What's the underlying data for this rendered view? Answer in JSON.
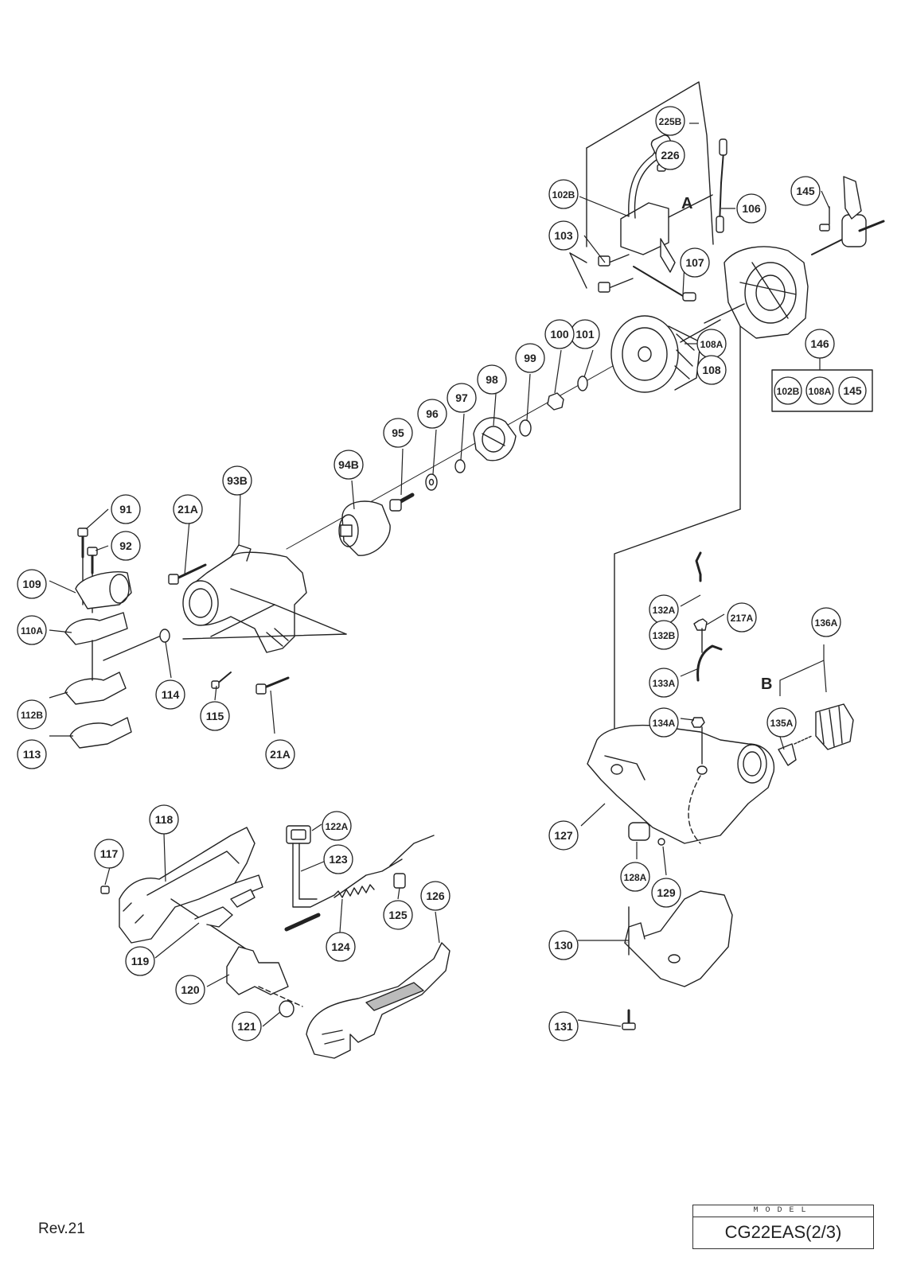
{
  "callouts": [
    {
      "id": "225B"
    },
    {
      "id": "226"
    },
    {
      "id": "102B"
    },
    {
      "id": "106"
    },
    {
      "id": "145"
    },
    {
      "id": "103"
    },
    {
      "id": "107"
    },
    {
      "id": "101"
    },
    {
      "id": "100"
    },
    {
      "id": "108A"
    },
    {
      "id": "108"
    },
    {
      "id": "99"
    },
    {
      "id": "98"
    },
    {
      "id": "97"
    },
    {
      "id": "96"
    },
    {
      "id": "95"
    },
    {
      "id": "94B"
    },
    {
      "id": "146"
    },
    {
      "id": "93B"
    },
    {
      "id": "91"
    },
    {
      "id": "21A"
    },
    {
      "id": "92"
    },
    {
      "id": "109"
    },
    {
      "id": "110A"
    },
    {
      "id": "114"
    },
    {
      "id": "115"
    },
    {
      "id": "112B"
    },
    {
      "id": "21A"
    },
    {
      "id": "113"
    },
    {
      "id": "132A"
    },
    {
      "id": "217A"
    },
    {
      "id": "132B"
    },
    {
      "id": "136A"
    },
    {
      "id": "133A"
    },
    {
      "id": "134A"
    },
    {
      "id": "135A"
    },
    {
      "id": "127"
    },
    {
      "id": "128A"
    },
    {
      "id": "129"
    },
    {
      "id": "130"
    },
    {
      "id": "131"
    },
    {
      "id": "118"
    },
    {
      "id": "117"
    },
    {
      "id": "122A"
    },
    {
      "id": "123"
    },
    {
      "id": "126"
    },
    {
      "id": "125"
    },
    {
      "id": "119"
    },
    {
      "id": "124"
    },
    {
      "id": "120"
    },
    {
      "id": "121"
    }
  ],
  "kit_items": [
    "102B",
    "108A",
    "145"
  ],
  "letters": [
    "A",
    "B"
  ],
  "footer": {
    "revision": "Rev.21",
    "model_label": "MODEL",
    "model_value": "CG22EAS(2/3)"
  }
}
